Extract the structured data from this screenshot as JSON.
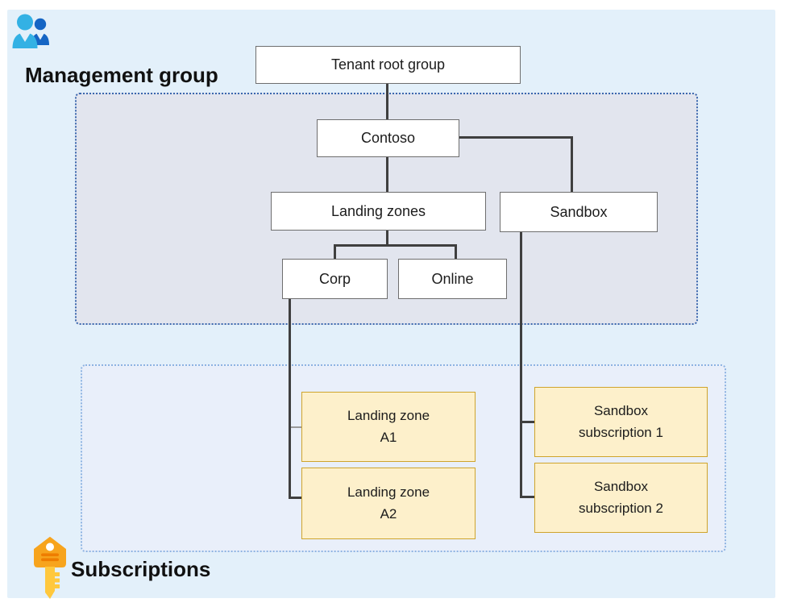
{
  "titles": {
    "management_group": "Management group",
    "subscriptions": "Subscriptions"
  },
  "management_nodes": {
    "tenant_root": {
      "label": "Tenant root group"
    },
    "contoso": {
      "label": "Contoso"
    },
    "landing_zones": {
      "label": "Landing zones"
    },
    "sandbox": {
      "label": "Sandbox"
    },
    "corp": {
      "label": "Corp"
    },
    "online": {
      "label": "Online"
    }
  },
  "subscription_nodes": {
    "landing_zone_a1": {
      "line1": "Landing zone",
      "line2": "A1"
    },
    "landing_zone_a2": {
      "line1": "Landing zone",
      "line2": "A2"
    },
    "sandbox_sub_1": {
      "line1": "Sandbox",
      "line2": "subscription 1"
    },
    "sandbox_sub_2": {
      "line1": "Sandbox",
      "line2": "subscription 2"
    }
  },
  "icons": {
    "management_group_icon": "people-icon",
    "subscriptions_icon": "key-icon"
  },
  "colors": {
    "canvas_bg": "#e3f0fa",
    "management_container_bg": "#e2e5ee",
    "management_container_border": "#3a67ae",
    "subscriptions_container_bg": "#e9effa",
    "subscriptions_container_border": "#8db3e2",
    "node_bg": "#ffffff",
    "node_border": "#6e6e6e",
    "subscription_bg": "#fdf0cb",
    "subscription_border": "#cfa42c",
    "connector": "#3f3f3f",
    "person_front": "#33b1e4",
    "person_back": "#1565c4",
    "key_head": "#f7a41d",
    "key_bars": "#ee7d00",
    "key_shaft": "#ffc83d"
  }
}
